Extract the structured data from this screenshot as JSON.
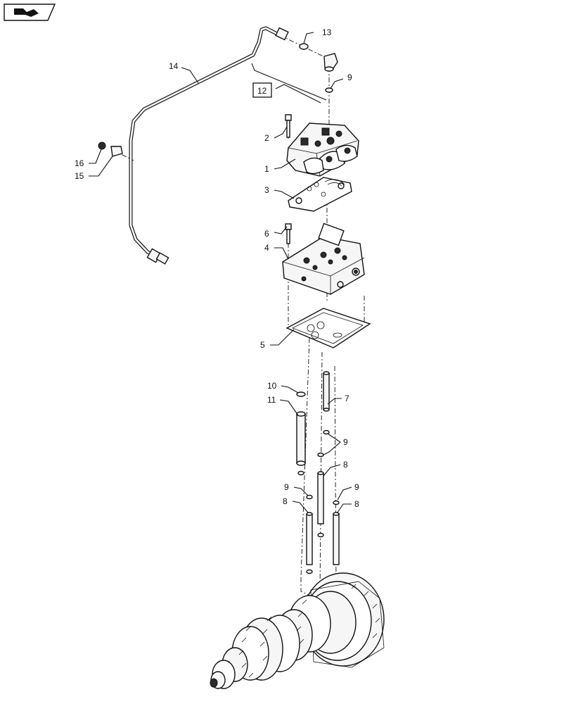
{
  "nav_icon": {
    "name": "book-arrow-icon"
  },
  "callouts": [
    {
      "id": "c1",
      "label": "1"
    },
    {
      "id": "c2",
      "label": "2"
    },
    {
      "id": "c3",
      "label": "3"
    },
    {
      "id": "c4",
      "label": "4"
    },
    {
      "id": "c5",
      "label": "5"
    },
    {
      "id": "c6",
      "label": "6"
    },
    {
      "id": "c7",
      "label": "7"
    },
    {
      "id": "c8a",
      "label": "8"
    },
    {
      "id": "c8b",
      "label": "8"
    },
    {
      "id": "c8c",
      "label": "8"
    },
    {
      "id": "c9a",
      "label": "9"
    },
    {
      "id": "c9b",
      "label": "9"
    },
    {
      "id": "c9c",
      "label": "9"
    },
    {
      "id": "c9d",
      "label": "9"
    },
    {
      "id": "c10",
      "label": "10"
    },
    {
      "id": "c11",
      "label": "11"
    },
    {
      "id": "c12",
      "label": "12"
    },
    {
      "id": "c13",
      "label": "13"
    },
    {
      "id": "c14",
      "label": "14"
    },
    {
      "id": "c15",
      "label": "15"
    },
    {
      "id": "c16",
      "label": "16"
    }
  ]
}
